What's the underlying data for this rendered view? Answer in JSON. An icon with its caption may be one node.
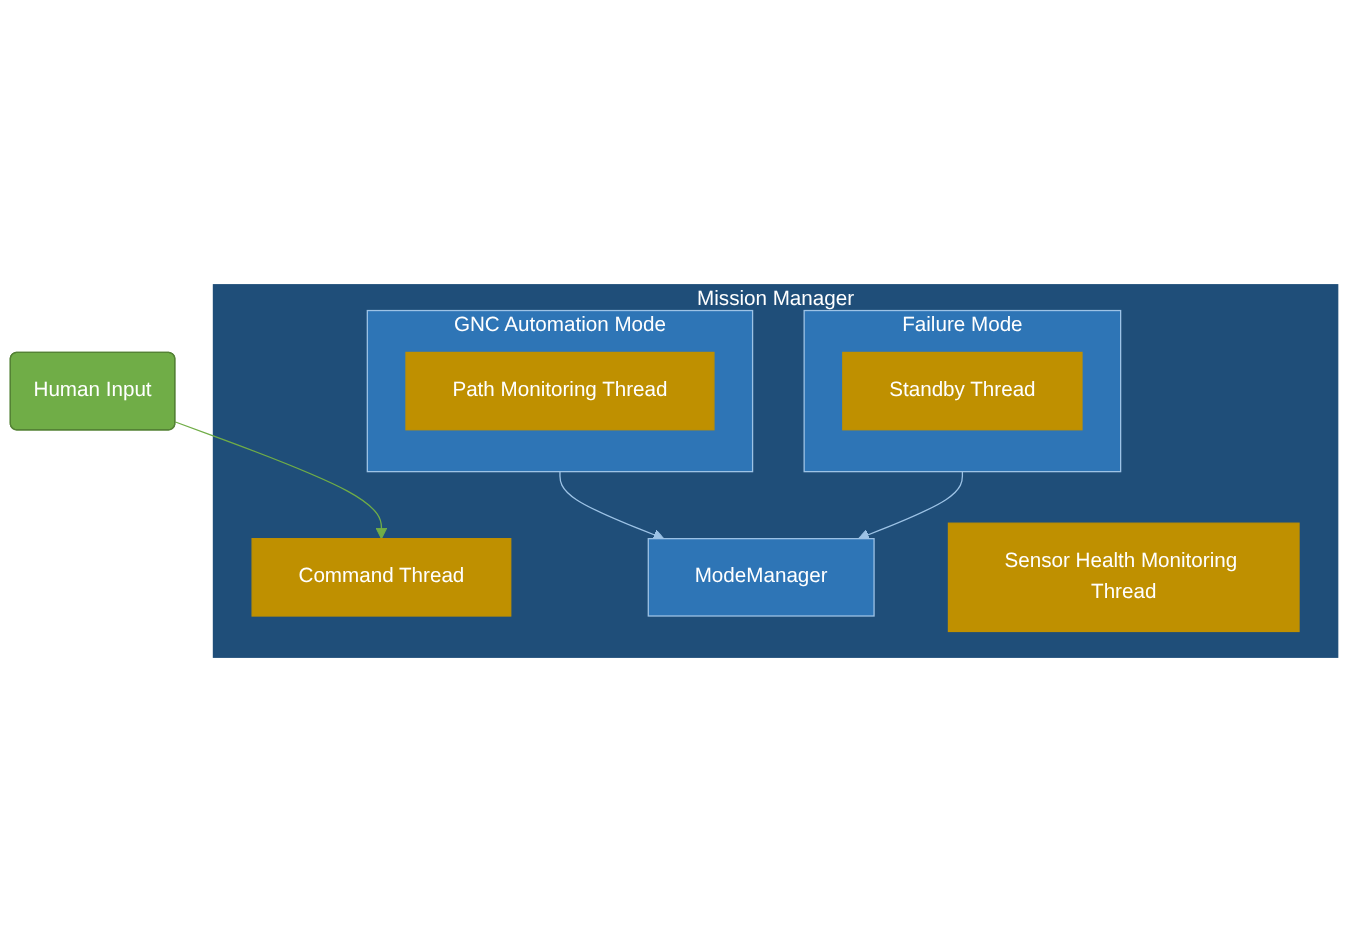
{
  "diagram": {
    "nodes": [
      {
        "text": [
          "Human Input"
        ]
      },
      {
        "text": [
          "Mission Manager"
        ]
      },
      {
        "text": [
          "Command Thread"
        ],
        "in": 1
      },
      {
        "text": [
          "ModeManager"
        ],
        "in": 1
      },
      {
        "text": [
          "Sensor Health Monitoring Thread"
        ],
        "in": 1
      },
      {
        "text": [
          "GNC Automation Mode"
        ],
        "in": 1
      },
      {
        "text": [
          "Path Monitoring Thread"
        ],
        "in": 5
      },
      {
        "text": [
          "Failure Mode"
        ],
        "in": 1
      },
      {
        "text": [
          "Standby Thread"
        ],
        "in": 7
      }
    ],
    "edges": [
      {
        "from": 0,
        "to": 2,
        "arrow": "to",
        "color": "#70ad47"
      },
      {
        "from": 5,
        "to": 3,
        "arrow": "to",
        "color": "#9dc3e6"
      },
      {
        "from": 7,
        "to": 3,
        "arrow": "to",
        "color": "#9dc3e6"
      }
    ]
  }
}
